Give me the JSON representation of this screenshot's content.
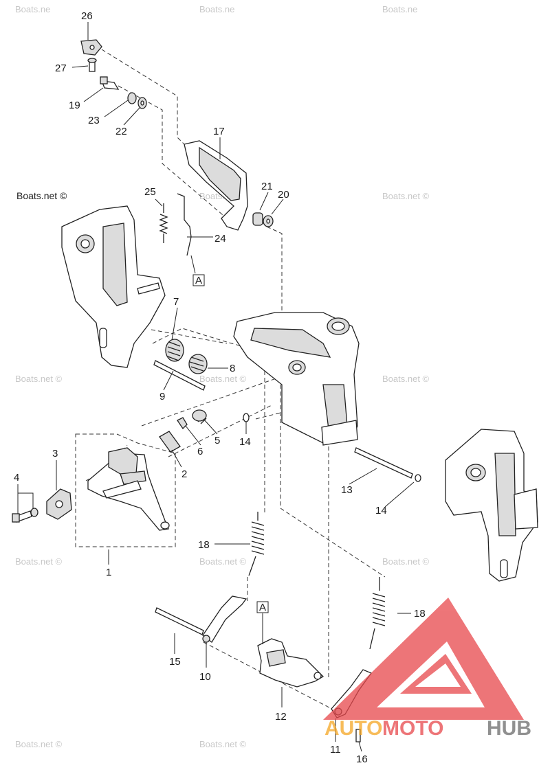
{
  "watermarks": {
    "boats_net": "Boats.net ©",
    "boats_short": "Boats.ne"
  },
  "ref_box_a": "A",
  "part_labels": {
    "p1": "1",
    "p2": "2",
    "p3": "3",
    "p4": "4",
    "p5": "5",
    "p6": "6",
    "p7": "7",
    "p8": "8",
    "p9": "9",
    "p10": "10",
    "p11": "11",
    "p12": "12",
    "p13": "13",
    "p14a": "14",
    "p14b": "14",
    "p15": "15",
    "p16": "16",
    "p17": "17",
    "p18a": "18",
    "p18b": "18",
    "p19": "19",
    "p20": "20",
    "p21": "21",
    "p22": "22",
    "p23": "23",
    "p24": "24",
    "p25": "25",
    "p26": "26",
    "p27": "27"
  },
  "logo": {
    "part1": "AUTO",
    "part2": "MOTO",
    "part3": "HUB",
    "color_a": "#f5a623",
    "color_b": "#e8484c",
    "color_c": "#6b6b6b"
  }
}
